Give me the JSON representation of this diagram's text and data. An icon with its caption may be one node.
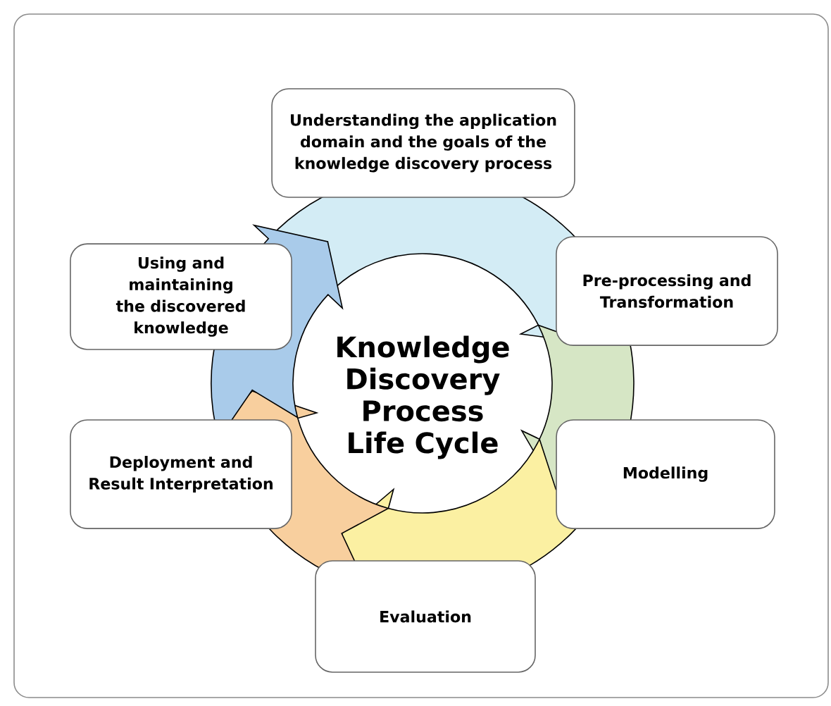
{
  "diagram": {
    "nodes": [
      {
        "text": [
          "Understanding the application domain and the goals of the knowledge discovery process"
        ]
      },
      {
        "text": [
          "Pre-processing and Transformation"
        ]
      },
      {
        "text": [
          "Modelling"
        ]
      },
      {
        "text": [
          "Evaluation"
        ]
      },
      {
        "text": [
          "Deployment and Result Interpretation"
        ]
      },
      {
        "text": [
          "Using and maintaining the discovered knowledge"
        ]
      }
    ],
    "edges": [
      {
        "from": 0,
        "to": 1,
        "arrow": "to",
        "color": "#d3ecf5"
      },
      {
        "from": 1,
        "to": 2,
        "arrow": "to",
        "color": "#d6e6c5"
      },
      {
        "from": 2,
        "to": 3,
        "arrow": "to",
        "color": "#fbf0a2"
      },
      {
        "from": 3,
        "to": 4,
        "arrow": "to",
        "color": "#f8cf9e"
      },
      {
        "from": 5,
        "to": 0,
        "arrow": "to",
        "color": "#a9cbea"
      }
    ],
    "labels": [
      "Knowledge Discovery Process Life Cycle"
    ]
  }
}
